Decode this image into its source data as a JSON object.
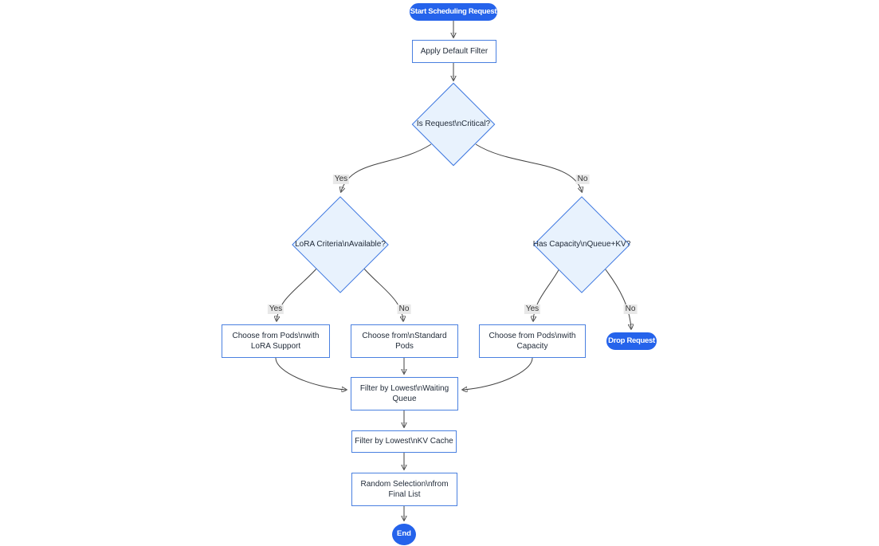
{
  "diagram": {
    "type": "flowchart",
    "nodes": {
      "start": {
        "label": "Start Scheduling Request",
        "shape": "stadium"
      },
      "apply_default_filter": {
        "label": "Apply Default Filter",
        "shape": "rect"
      },
      "is_request_critical": {
        "label": "Is Request\\nCritical?",
        "shape": "diamond"
      },
      "lora_criteria_available": {
        "label": "LoRA Criteria\\nAvailable?",
        "shape": "diamond"
      },
      "has_capacity_queue_kv": {
        "label": "Has Capacity\\nQueue+KV?",
        "shape": "diamond"
      },
      "choose_pods_lora": {
        "label": "Choose from Pods\\nwith LoRA Support",
        "shape": "rect"
      },
      "choose_standard_pods": {
        "label": "Choose from\\nStandard Pods",
        "shape": "rect"
      },
      "choose_pods_capacity": {
        "label": "Choose from Pods\\nwith Capacity",
        "shape": "rect"
      },
      "drop_request": {
        "label": "Drop Request",
        "shape": "stadium"
      },
      "filter_waiting_queue": {
        "label": "Filter by Lowest\\nWaiting Queue",
        "shape": "rect"
      },
      "filter_kv_cache": {
        "label": "Filter by Lowest\\nKV Cache",
        "shape": "rect"
      },
      "random_selection": {
        "label": "Random Selection\\nfrom Final List",
        "shape": "rect"
      },
      "end": {
        "label": "End",
        "shape": "circle"
      }
    },
    "edges": [
      {
        "from": "start",
        "to": "apply_default_filter",
        "label": ""
      },
      {
        "from": "apply_default_filter",
        "to": "is_request_critical",
        "label": ""
      },
      {
        "from": "is_request_critical",
        "to": "lora_criteria_available",
        "label": "Yes"
      },
      {
        "from": "is_request_critical",
        "to": "has_capacity_queue_kv",
        "label": "No"
      },
      {
        "from": "lora_criteria_available",
        "to": "choose_pods_lora",
        "label": "Yes"
      },
      {
        "from": "lora_criteria_available",
        "to": "choose_standard_pods",
        "label": "No"
      },
      {
        "from": "has_capacity_queue_kv",
        "to": "choose_pods_capacity",
        "label": "Yes"
      },
      {
        "from": "has_capacity_queue_kv",
        "to": "drop_request",
        "label": "No"
      },
      {
        "from": "choose_pods_lora",
        "to": "filter_waiting_queue",
        "label": ""
      },
      {
        "from": "choose_standard_pods",
        "to": "filter_waiting_queue",
        "label": ""
      },
      {
        "from": "choose_pods_capacity",
        "to": "filter_waiting_queue",
        "label": ""
      },
      {
        "from": "filter_waiting_queue",
        "to": "filter_kv_cache",
        "label": ""
      },
      {
        "from": "filter_kv_cache",
        "to": "random_selection",
        "label": ""
      },
      {
        "from": "random_selection",
        "to": "end",
        "label": ""
      }
    ],
    "colors": {
      "accent_fill": "#2563eb",
      "node_border": "#4a80e0",
      "decision_fill": "#e8f2fd",
      "process_fill": "#ffffff",
      "edge_line": "#424242",
      "edge_label_bg": "#e8e8e8",
      "text": "#1f2937",
      "background": "#ffffff"
    }
  }
}
